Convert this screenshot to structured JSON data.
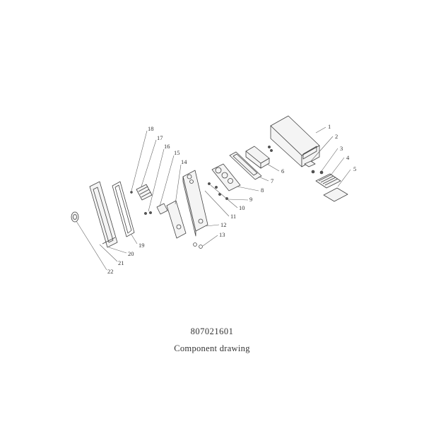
{
  "drawing": {
    "number": "807021601",
    "title": "Component drawing"
  },
  "callouts": [
    "1",
    "2",
    "3",
    "4",
    "5",
    "6",
    "7",
    "8",
    "9",
    "10",
    "11",
    "12",
    "13",
    "14",
    "15",
    "16",
    "17",
    "18",
    "19",
    "20",
    "21",
    "22"
  ],
  "colors": {
    "line": "#444444",
    "text": "#333333",
    "background": "#ffffff"
  }
}
